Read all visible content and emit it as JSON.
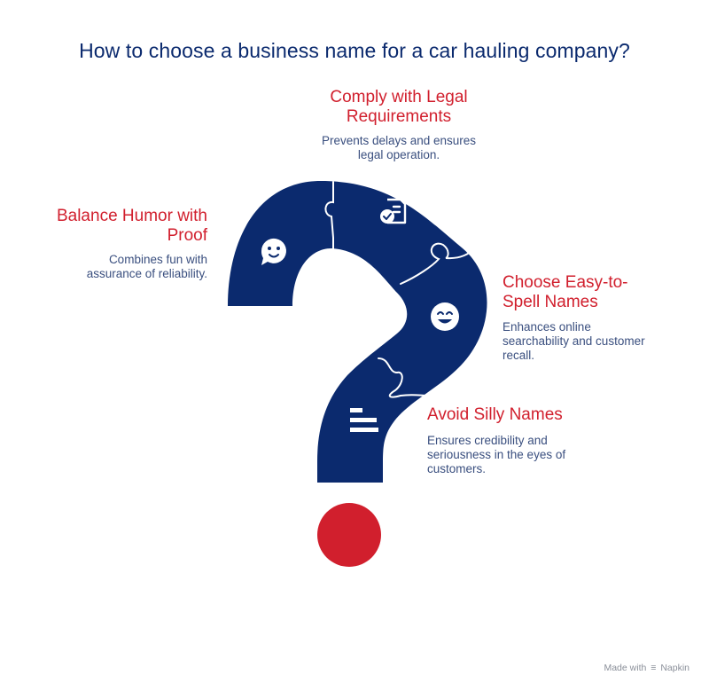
{
  "title": "How to choose a business name for a car hauling company?",
  "items": [
    {
      "heading_line1": "Comply with Legal",
      "heading_line2": "Requirements",
      "desc_line1": "Prevents delays and ensures",
      "desc_line2": "legal operation.",
      "desc_line3": "",
      "icon": "document-check-icon"
    },
    {
      "heading_line1": "Balance Humor with",
      "heading_line2": "Proof",
      "desc_line1": "Combines fun with",
      "desc_line2": "assurance of reliability.",
      "desc_line3": "",
      "icon": "chat-smile-icon"
    },
    {
      "heading_line1": "Choose Easy-to-",
      "heading_line2": "Spell Names",
      "desc_line1": "Enhances online",
      "desc_line2": "searchability and customer",
      "desc_line3": "recall.",
      "icon": "smile-face-icon"
    },
    {
      "heading_line1": "Avoid Silly Names",
      "heading_line2": "",
      "desc_line1": "Ensures credibility and",
      "desc_line2": "seriousness in the eyes of",
      "desc_line3": "customers.",
      "icon": "align-left-icon"
    }
  ],
  "footer": {
    "made_with": "Made with",
    "brand": "Napkin"
  },
  "colors": {
    "navy": "#0b2a6e",
    "red": "#d11f2d",
    "text": "#3a4f7f"
  }
}
